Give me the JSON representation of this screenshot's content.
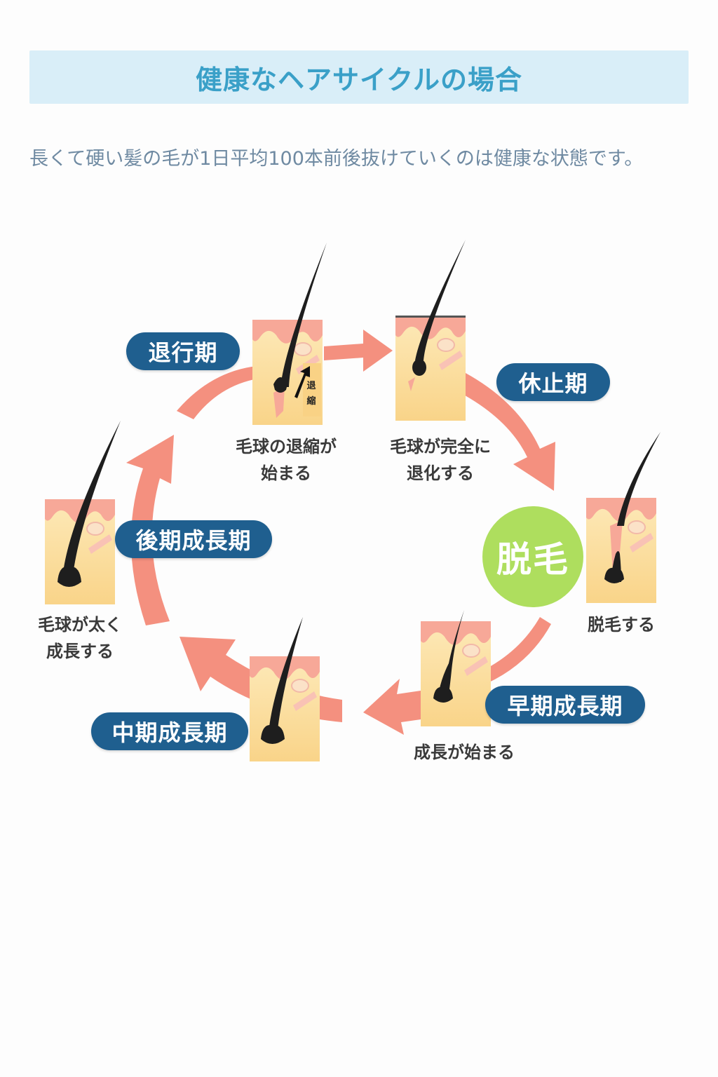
{
  "title": "健康なヘアサイクルの場合",
  "intro": "長くて硬い髪の毛が1日平均100本前後抜けていくのは健康な状態です。",
  "colors": {
    "title_bg": "#d9eef8",
    "title_text": "#3aa0c8",
    "stage_pill": "#1f5f8f",
    "arrow": "#f4907f",
    "skin": "#fce4a8",
    "shed_badge": "#aede5e",
    "hair": "#222222"
  },
  "stages": {
    "regression": {
      "label": "退行期",
      "caption": "毛球の退縮が\n始まる",
      "shrink_label": "退縮"
    },
    "resting": {
      "label": "休止期",
      "caption": "毛球が完全に\n退化する"
    },
    "shedding": {
      "label": "脱毛",
      "caption": "脱毛する"
    },
    "early_growth": {
      "label": "早期成長期",
      "caption": "成長が始まる"
    },
    "mid_growth": {
      "label": "中期成長期"
    },
    "late_growth": {
      "label": "後期成長期",
      "caption": "毛球が太く\n成長する"
    }
  }
}
